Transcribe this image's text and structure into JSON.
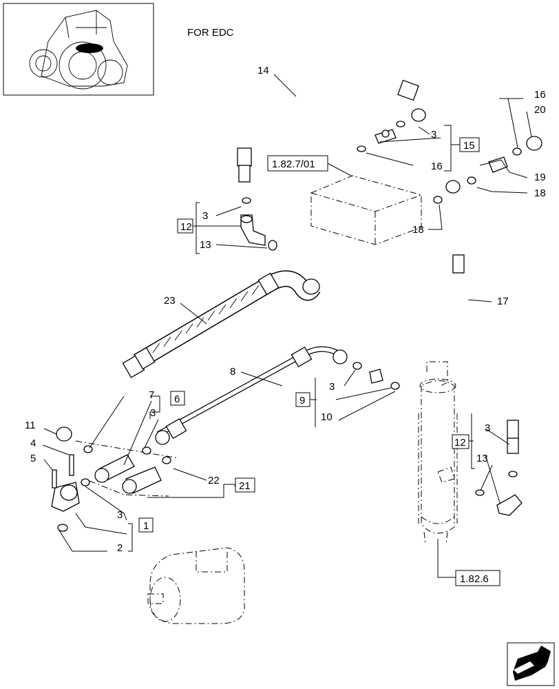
{
  "header": {
    "title": "FOR EDC"
  },
  "callouts": {
    "c1": "1",
    "c2": "2",
    "c3a": "3",
    "c3b": "3",
    "c3c": "3",
    "c3d": "3",
    "c3e": "3",
    "c3f": "3",
    "c4": "4",
    "c5": "5",
    "c6": "6",
    "c7": "7",
    "c8": "8",
    "c9": "9",
    "c10": "10",
    "c11": "11",
    "c12a": "12",
    "c12b": "12",
    "c13a": "13",
    "c13b": "13",
    "c14": "14",
    "c15": "15",
    "c16a": "16",
    "c16b": "16",
    "c17": "17",
    "c18a": "18",
    "c18b": "18",
    "c19": "19",
    "c20": "20",
    "c21": "21",
    "c22": "22",
    "c23": "23"
  },
  "references": {
    "ref_a": "1.82.7/01",
    "ref_b": "1.82.6"
  },
  "icons": {
    "thumbnail": "tractor-thumbnail-icon",
    "nav": "next-page-arrow-icon"
  }
}
